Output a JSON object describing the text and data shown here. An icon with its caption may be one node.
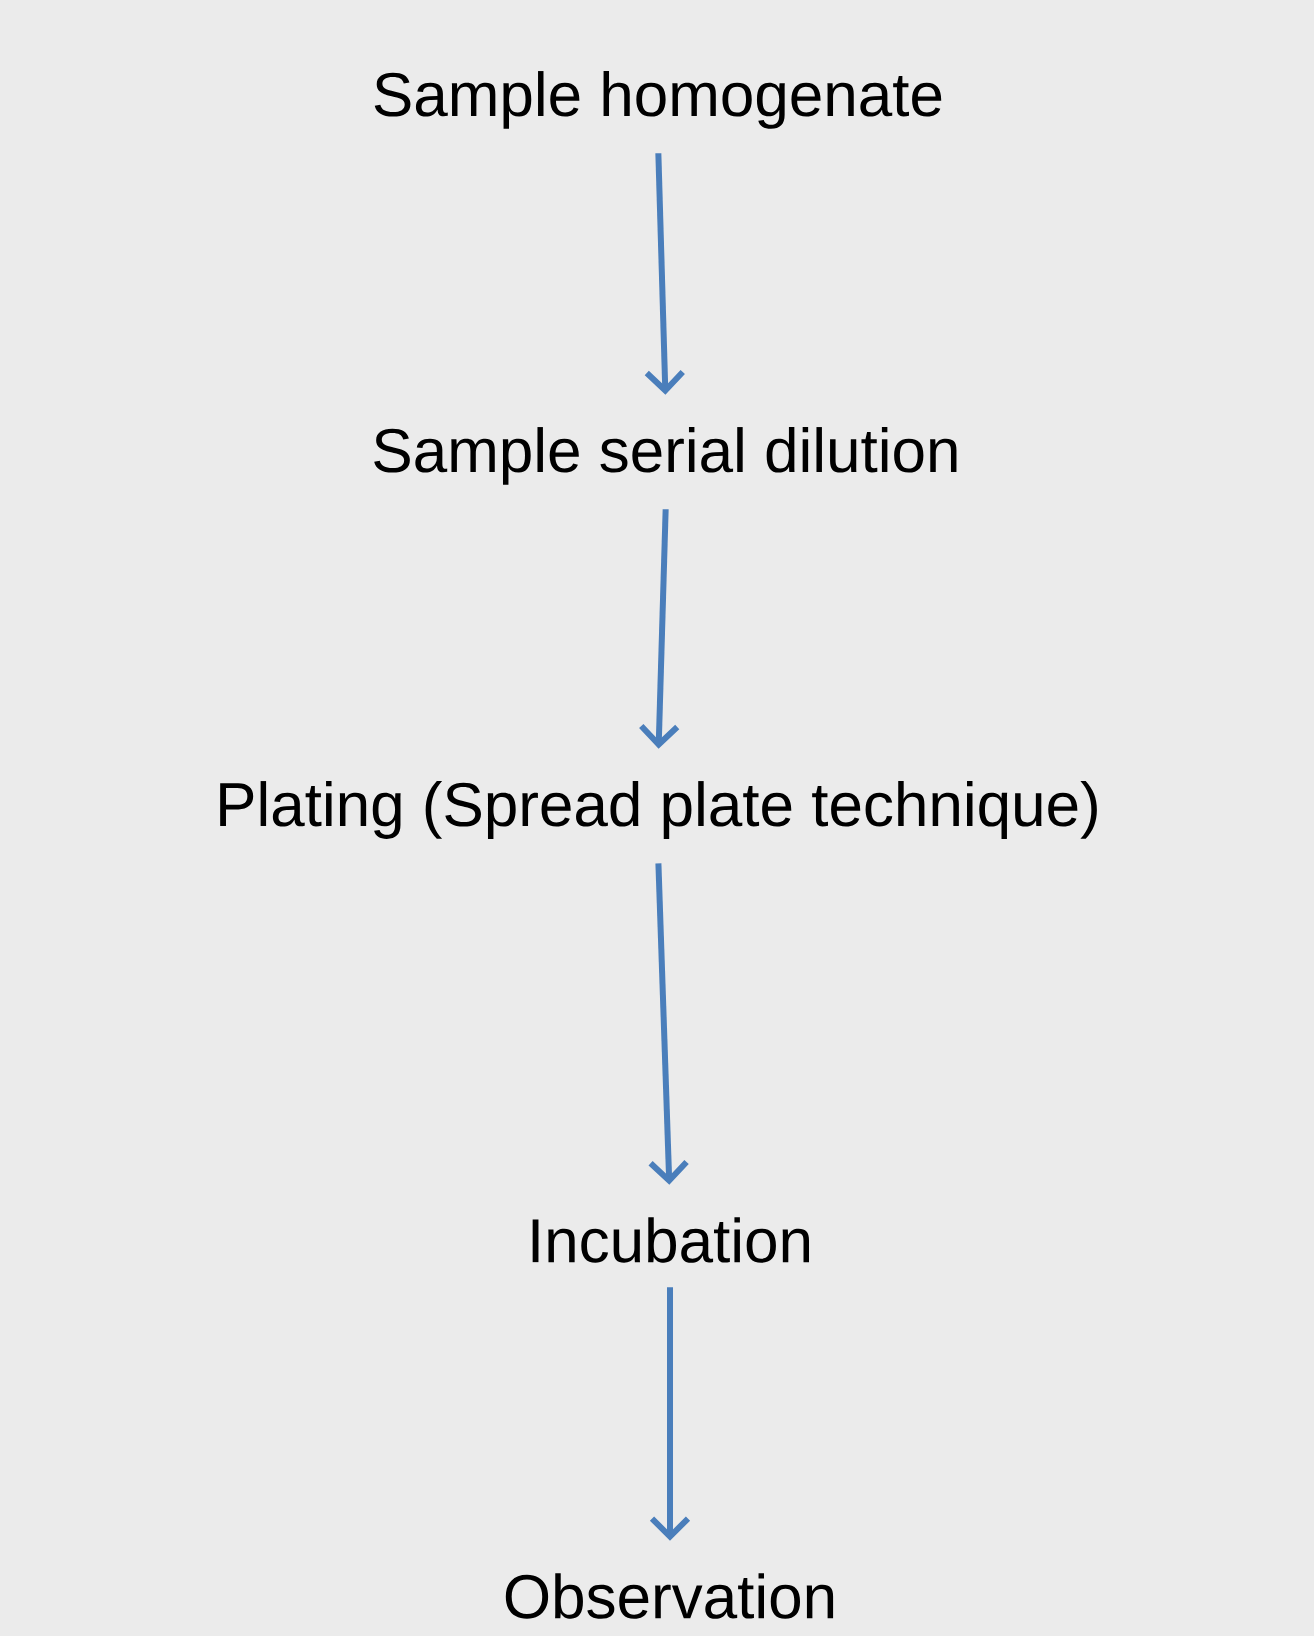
{
  "diagram": {
    "nodes": [
      {
        "text": [
          "Sample homogenate"
        ]
      },
      {
        "text": [
          "Sample serial dilution"
        ]
      },
      {
        "text": [
          "Plating (Spread plate technique)"
        ]
      },
      {
        "text": [
          "Incubation"
        ]
      },
      {
        "text": [
          "Observation"
        ]
      }
    ],
    "edges": [
      {
        "from": 0,
        "to": 1,
        "arrow": "to"
      },
      {
        "from": 1,
        "to": 2,
        "arrow": "to"
      },
      {
        "from": 2,
        "to": 3,
        "arrow": "to"
      },
      {
        "from": 3,
        "to": 4,
        "arrow": "to"
      }
    ]
  }
}
